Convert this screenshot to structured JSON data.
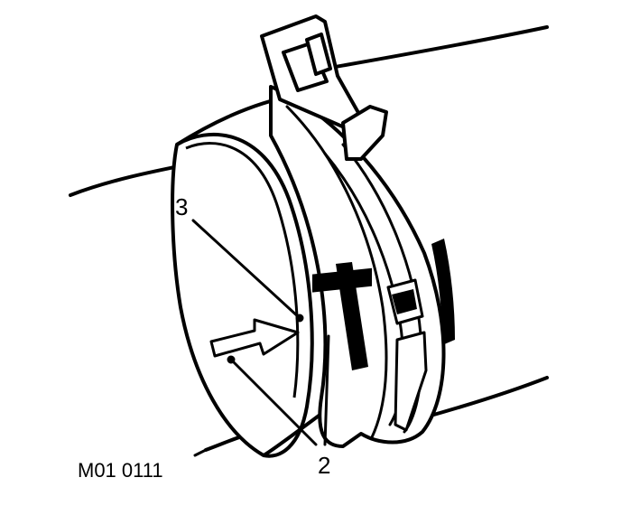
{
  "figure": {
    "reference_code": "M01 0111",
    "callouts": {
      "three": "3",
      "two": "2"
    },
    "colors": {
      "ink": "#000000",
      "paper": "#ffffff"
    }
  }
}
